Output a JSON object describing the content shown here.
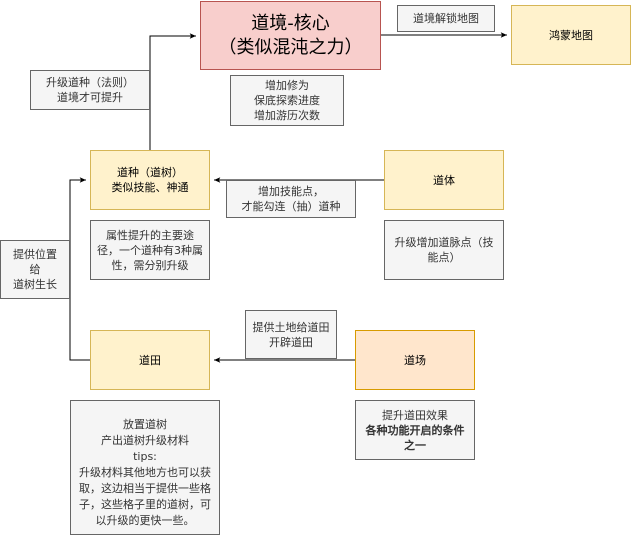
{
  "nodes": {
    "core": {
      "lines": [
        "道境-核心",
        "（类似混沌之力）"
      ]
    },
    "map": {
      "lines": [
        "鸿蒙地图"
      ]
    },
    "seed": {
      "lines": [
        "道种（道树）",
        "类似技能、神通"
      ]
    },
    "body": {
      "lines": [
        "道体"
      ]
    },
    "field": {
      "lines": [
        "道田"
      ]
    },
    "arena": {
      "lines": [
        "道场"
      ]
    }
  },
  "notes": {
    "core_note": {
      "lines": [
        "增加修为",
        "保底探索进度",
        "增加游历次数"
      ]
    },
    "seed_note": {
      "lines": [
        "属性提升的主要途",
        "径，一个道种有3种属",
        "性，需分别升级"
      ]
    },
    "body_note": {
      "lines": [
        "升级增加道脉点（技",
        "能点）"
      ]
    },
    "field_note": {
      "lines": [
        "放置道树",
        "产出道树升级材料",
        "tips:",
        "升级材料其他地方也可以获",
        "取，这边相当于提供一些格",
        "子，这些格子里的道树，可",
        "以升级的更快一些。"
      ]
    },
    "arena_note": {
      "line1": "提升道田效果",
      "line2": "各种功能开启的条件",
      "line3": "之一"
    }
  },
  "edge_labels": {
    "unlock_map": {
      "lines": [
        "道境解锁地图"
      ]
    },
    "upgrade_seed": {
      "lines": [
        "升级道种（法则）",
        "道境才可提升"
      ]
    },
    "skill_points": {
      "lines": [
        "增加技能点，",
        "才能勾连（抽）道种"
      ]
    },
    "grow_position": {
      "lines": [
        "提供位置",
        "给",
        "道树生长"
      ]
    },
    "land": {
      "lines": [
        "提供土地给道田",
        "开辟道田"
      ]
    }
  },
  "colors": {
    "yellow_fill": "#fff2cc",
    "red_fill": "#f8cecc",
    "orange_fill": "#ffe6cc",
    "note_fill": "#f5f5f5",
    "edge": "#000000"
  }
}
